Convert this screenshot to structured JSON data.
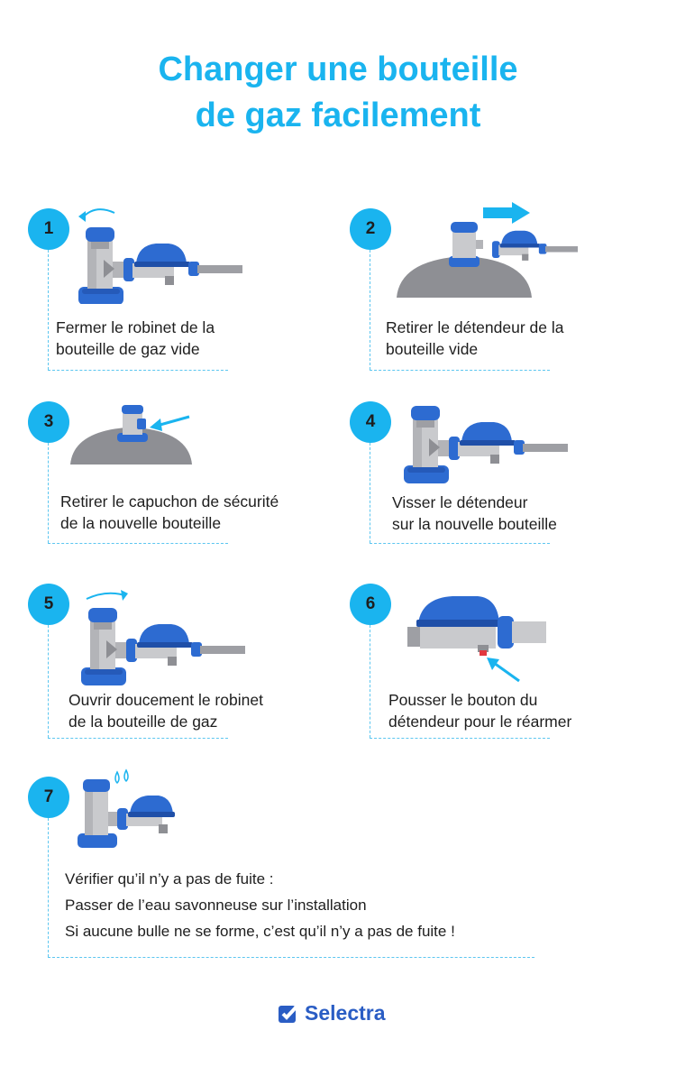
{
  "title": {
    "line1": "Changer une bouteille",
    "line2": "de gaz facilement"
  },
  "colors": {
    "accent": "#1ab4ef",
    "regulator_blue": "#2d6bd1",
    "grey": "#9e9fa4",
    "brand": "#2a5dc4"
  },
  "steps": [
    {
      "number": "1",
      "lines": [
        "Fermer le robinet de la",
        "bouteille de gaz vide"
      ]
    },
    {
      "number": "2",
      "lines": [
        "Retirer le détendeur de la",
        "bouteille vide"
      ]
    },
    {
      "number": "3",
      "lines": [
        "Retirer le capuchon de sécurité",
        "de la nouvelle bouteille"
      ]
    },
    {
      "number": "4",
      "lines": [
        "Visser le détendeur",
        "sur la nouvelle bouteille"
      ]
    },
    {
      "number": "5",
      "lines": [
        "Ouvrir doucement le robinet",
        "de la bouteille de gaz"
      ]
    },
    {
      "number": "6",
      "lines": [
        "Pousser le bouton du",
        "détendeur pour le réarmer"
      ]
    },
    {
      "number": "7",
      "lines": [
        "Vérifier qu’il n’y a pas de fuite :",
        "Passer de l’eau savonneuse sur l’installation",
        "Si aucune bulle ne se forme, c’est qu’il n’y a pas de fuite !"
      ]
    }
  ],
  "logo": {
    "text": "Selectra",
    "icon": "checkbox-check-icon"
  }
}
